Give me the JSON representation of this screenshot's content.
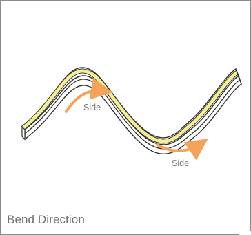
{
  "diagram": {
    "side_label_1": "Side",
    "side_label_2": "Side",
    "caption": "Bend Direction"
  },
  "colors": {
    "led_strip": "#f4ee94",
    "strip_body": "#ffffff",
    "outline": "#333333",
    "arrow": "#f5a25a",
    "frame": "#8a8a8a",
    "text": "#6f6f6f"
  }
}
